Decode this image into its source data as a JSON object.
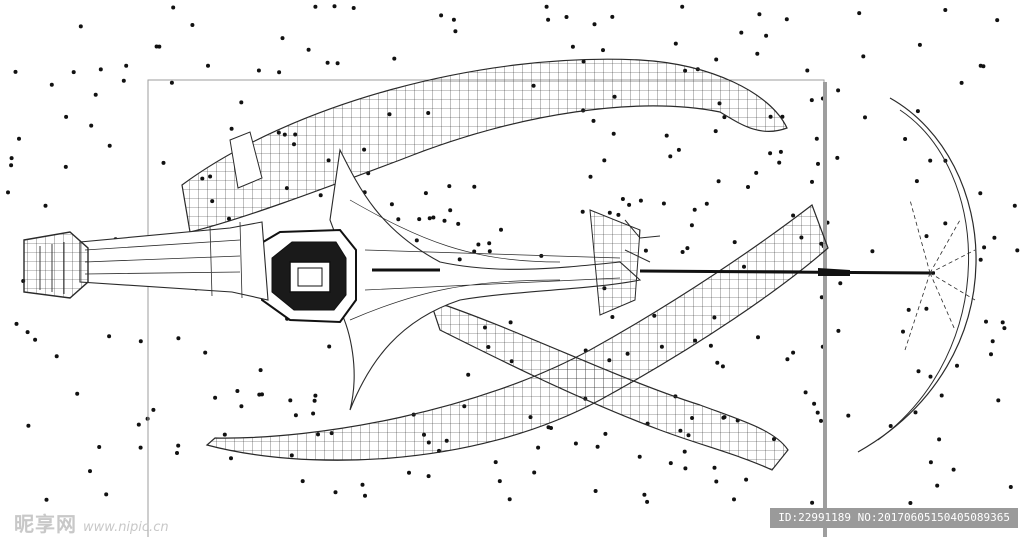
{
  "colors": {
    "background": "#ffffff",
    "line": "#2a2a2a",
    "dot": "#111111",
    "frame": "#9e9e9e",
    "watermark_text": "#c8c8c8",
    "watermark_box": "#9a9a9a"
  },
  "watermark": {
    "logo": "昵享网",
    "url": "www.nipic.cn",
    "id_line": "ID:22991189 NO:20170605150405089365"
  }
}
